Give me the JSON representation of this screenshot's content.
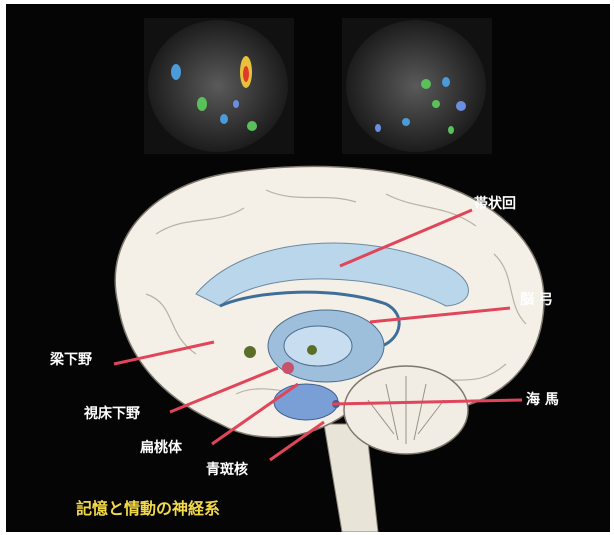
{
  "diagram": {
    "caption": "記憶と情動の神経系",
    "labels": {
      "cingulate": "帯状回",
      "fornix": "脳 弓",
      "subcallosal": "梁下野",
      "hippocampus": "海 馬",
      "hypothalamus": "視床下野",
      "amygdala": "扁桃体",
      "locus_coeruleus": "青斑核"
    }
  },
  "colors": {
    "background": "#050505",
    "pointer": "#e0455a",
    "label": "#ffffff",
    "caption": "#f2d94a",
    "brain_surface": "#f4f0e8",
    "ventricle": "#b9d6ea"
  }
}
